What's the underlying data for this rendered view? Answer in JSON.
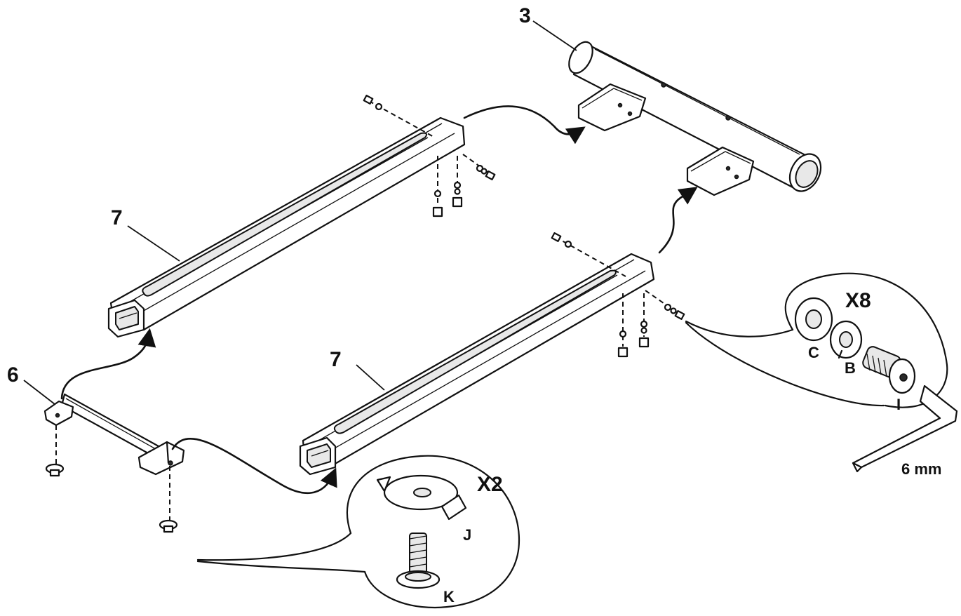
{
  "labels": {
    "part_3": "3",
    "part_6": "6",
    "part_7_upper": "7",
    "part_7_lower": "7",
    "qty_x8": "X8",
    "qty_x2": "X2",
    "item_c": "C",
    "item_b": "B",
    "item_i": "I",
    "item_j": "J",
    "item_k": "K",
    "tool_size": "6 mm"
  },
  "colors": {
    "ink": "#111111",
    "paper": "#ffffff",
    "shade": "#e8e8e8"
  },
  "icons": {
    "washer": "flat-washer-icon",
    "split_washer": "split-lock-washer-icon",
    "bolt": "hex-socket-bolt-icon",
    "hex_key": "allen-key-icon",
    "tee_nut": "tee-nut-icon",
    "glide": "leveling-glide-icon"
  }
}
